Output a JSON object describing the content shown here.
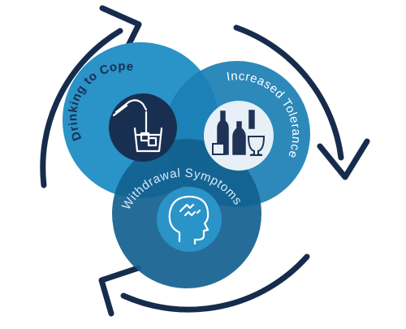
{
  "diagram": {
    "stages": [
      {
        "label": "Drinking to Cope",
        "icon": "pouring-drink-icon",
        "color": "#2a93c8"
      },
      {
        "label": "Increased Tolerance",
        "icon": "bottles-icon",
        "color": "#1b7fb4"
      },
      {
        "label": "Withdrawal Symptoms",
        "icon": "head-stress-icon",
        "color": "#12618f"
      }
    ],
    "colors": {
      "arrow": "#162c4c",
      "icon_bg_dark": "#192f52",
      "icon_bg_light": "#e6f0f6",
      "label_dark": "#1b2f50",
      "label_light": "#ffffff"
    }
  }
}
